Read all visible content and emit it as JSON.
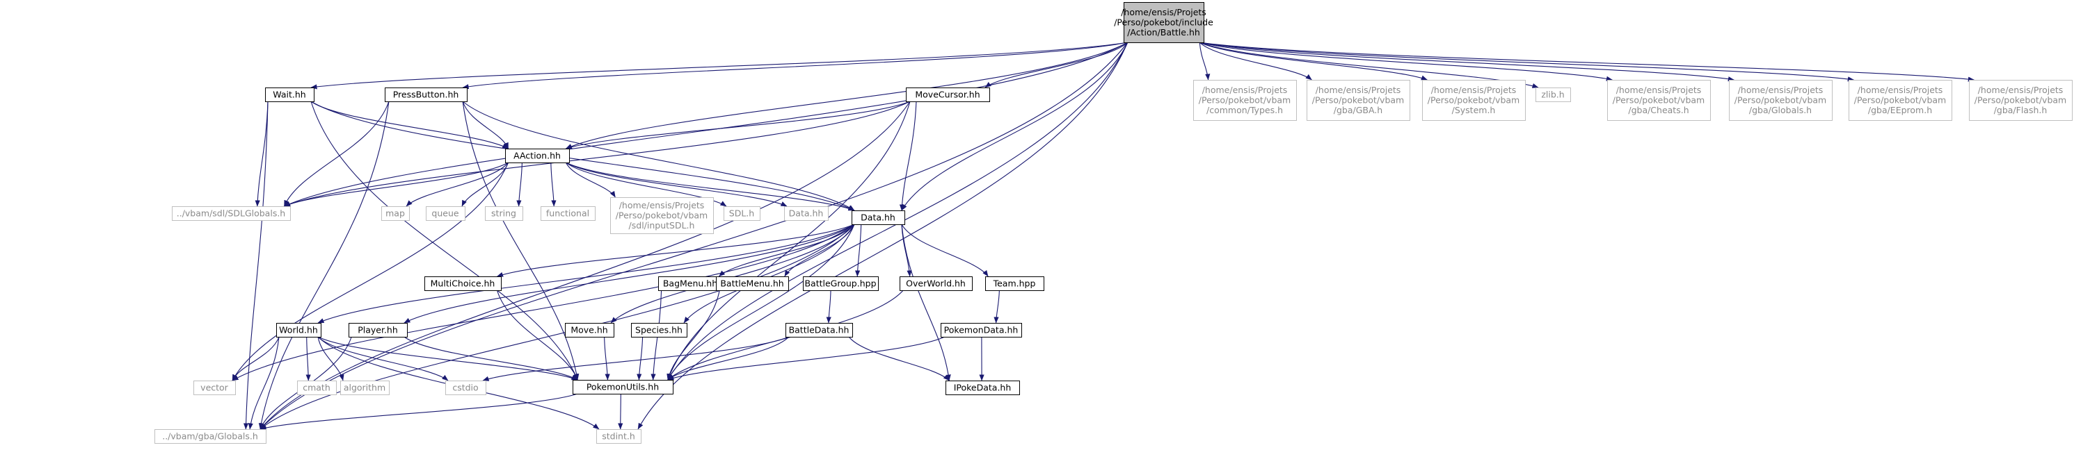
{
  "diagram": {
    "type": "include-dependency-graph",
    "root": "battle",
    "colors": {
      "edge": "#191970",
      "root_fill": "#bfbfbf",
      "node_border": "#000000",
      "external_border": "#bfbfbf",
      "external_text": "#8a8a8a"
    },
    "nodes": [
      {
        "id": "battle",
        "kind": "root",
        "lines": [
          "/home/ensis/Projets",
          "/Perso/pokebot/include",
          "/Action/Battle.hh"
        ]
      },
      {
        "id": "wait",
        "kind": "local",
        "lines": [
          "Wait.hh"
        ]
      },
      {
        "id": "pressbutton",
        "kind": "local",
        "lines": [
          "PressButton.hh"
        ]
      },
      {
        "id": "movecursor",
        "kind": "local",
        "lines": [
          "MoveCursor.hh"
        ]
      },
      {
        "id": "vbam_types",
        "kind": "external",
        "lines": [
          "/home/ensis/Projets",
          "/Perso/pokebot/vbam",
          "/common/Types.h"
        ]
      },
      {
        "id": "vbam_gba",
        "kind": "external",
        "lines": [
          "/home/ensis/Projets",
          "/Perso/pokebot/vbam",
          "/gba/GBA.h"
        ]
      },
      {
        "id": "vbam_system",
        "kind": "external",
        "lines": [
          "/home/ensis/Projets",
          "/Perso/pokebot/vbam",
          "/System.h"
        ]
      },
      {
        "id": "zlib",
        "kind": "external",
        "lines": [
          "zlib.h"
        ]
      },
      {
        "id": "vbam_cheats",
        "kind": "external",
        "lines": [
          "/home/ensis/Projets",
          "/Perso/pokebot/vbam",
          "/gba/Cheats.h"
        ]
      },
      {
        "id": "vbam_globals",
        "kind": "external",
        "lines": [
          "/home/ensis/Projets",
          "/Perso/pokebot/vbam",
          "/gba/Globals.h"
        ]
      },
      {
        "id": "vbam_eeprom",
        "kind": "external",
        "lines": [
          "/home/ensis/Projets",
          "/Perso/pokebot/vbam",
          "/gba/EEprom.h"
        ]
      },
      {
        "id": "vbam_flash",
        "kind": "external",
        "lines": [
          "/home/ensis/Projets",
          "/Perso/pokebot/vbam",
          "/gba/Flash.h"
        ]
      },
      {
        "id": "aaction",
        "kind": "local",
        "lines": [
          "AAction.hh"
        ]
      },
      {
        "id": "sdlglobals",
        "kind": "external",
        "lines": [
          "../vbam/sdl/SDLGlobals.h"
        ]
      },
      {
        "id": "map",
        "kind": "external",
        "lines": [
          "map"
        ]
      },
      {
        "id": "queue",
        "kind": "external",
        "lines": [
          "queue"
        ]
      },
      {
        "id": "string",
        "kind": "external",
        "lines": [
          "string"
        ]
      },
      {
        "id": "functional",
        "kind": "external",
        "lines": [
          "functional"
        ]
      },
      {
        "id": "inputsdl",
        "kind": "external",
        "lines": [
          "/home/ensis/Projets",
          "/Perso/pokebot/vbam",
          "/sdl/inputSDL.h"
        ]
      },
      {
        "id": "sdl",
        "kind": "external",
        "lines": [
          "SDL.h"
        ]
      },
      {
        "id": "datahh_ext",
        "kind": "external",
        "lines": [
          "Data.hh"
        ]
      },
      {
        "id": "data",
        "kind": "local",
        "lines": [
          "Data.hh"
        ]
      },
      {
        "id": "multichoice",
        "kind": "local",
        "lines": [
          "MultiChoice.hh"
        ]
      },
      {
        "id": "bagmenu",
        "kind": "local",
        "lines": [
          "BagMenu.hh"
        ]
      },
      {
        "id": "battlemenu",
        "kind": "local",
        "lines": [
          "BattleMenu.hh"
        ]
      },
      {
        "id": "battlegroup",
        "kind": "local",
        "lines": [
          "BattleGroup.hpp"
        ]
      },
      {
        "id": "overworld",
        "kind": "local",
        "lines": [
          "OverWorld.hh"
        ]
      },
      {
        "id": "team",
        "kind": "local",
        "lines": [
          "Team.hpp"
        ]
      },
      {
        "id": "species",
        "kind": "local",
        "lines": [
          "Species.hh"
        ]
      },
      {
        "id": "move",
        "kind": "local",
        "lines": [
          "Move.hh"
        ]
      },
      {
        "id": "battledata",
        "kind": "local",
        "lines": [
          "BattleData.hh"
        ]
      },
      {
        "id": "pokemondata",
        "kind": "local",
        "lines": [
          "PokemonData.hh"
        ]
      },
      {
        "id": "world",
        "kind": "local",
        "lines": [
          "World.hh"
        ]
      },
      {
        "id": "player",
        "kind": "local",
        "lines": [
          "Player.hh"
        ]
      },
      {
        "id": "vector",
        "kind": "external",
        "lines": [
          "vector"
        ]
      },
      {
        "id": "cmath",
        "kind": "external",
        "lines": [
          "cmath"
        ]
      },
      {
        "id": "algorithm",
        "kind": "external",
        "lines": [
          "algorithm"
        ]
      },
      {
        "id": "cstdio",
        "kind": "external",
        "lines": [
          "cstdio"
        ]
      },
      {
        "id": "pokemonutils",
        "kind": "local",
        "lines": [
          "PokemonUtils.hh"
        ]
      },
      {
        "id": "ipokedata",
        "kind": "local",
        "lines": [
          "IPokeData.hh"
        ]
      },
      {
        "id": "gbaglobals",
        "kind": "external",
        "lines": [
          "../vbam/gba/Globals.h"
        ]
      },
      {
        "id": "stdint",
        "kind": "external",
        "lines": [
          "stdint.h"
        ]
      }
    ],
    "edges": [
      [
        "battle",
        "vbam_types"
      ],
      [
        "battle",
        "vbam_gba"
      ],
      [
        "battle",
        "vbam_system"
      ],
      [
        "battle",
        "zlib"
      ],
      [
        "battle",
        "vbam_cheats"
      ],
      [
        "battle",
        "vbam_globals"
      ],
      [
        "battle",
        "vbam_eeprom"
      ],
      [
        "battle",
        "vbam_flash"
      ],
      [
        "battle",
        "wait"
      ],
      [
        "battle",
        "pressbutton"
      ],
      [
        "battle",
        "movecursor"
      ],
      [
        "battle",
        "aaction"
      ],
      [
        "battle",
        "data"
      ],
      [
        "battle",
        "sdlglobals"
      ],
      [
        "battle",
        "gbaglobals"
      ],
      [
        "battle",
        "pokemonutils"
      ],
      [
        "battle",
        "stdint"
      ],
      [
        "wait",
        "aaction"
      ],
      [
        "wait",
        "data"
      ],
      [
        "wait",
        "sdlglobals"
      ],
      [
        "wait",
        "gbaglobals"
      ],
      [
        "wait",
        "pokemonutils"
      ],
      [
        "pressbutton",
        "aaction"
      ],
      [
        "pressbutton",
        "data"
      ],
      [
        "pressbutton",
        "sdlglobals"
      ],
      [
        "pressbutton",
        "gbaglobals"
      ],
      [
        "pressbutton",
        "pokemonutils"
      ],
      [
        "movecursor",
        "aaction"
      ],
      [
        "movecursor",
        "data"
      ],
      [
        "movecursor",
        "sdlglobals"
      ],
      [
        "movecursor",
        "gbaglobals"
      ],
      [
        "movecursor",
        "pokemonutils"
      ],
      [
        "aaction",
        "sdlglobals"
      ],
      [
        "aaction",
        "map"
      ],
      [
        "aaction",
        "queue"
      ],
      [
        "aaction",
        "string"
      ],
      [
        "aaction",
        "functional"
      ],
      [
        "aaction",
        "inputsdl"
      ],
      [
        "aaction",
        "sdl"
      ],
      [
        "aaction",
        "datahh_ext"
      ],
      [
        "aaction",
        "data"
      ],
      [
        "aaction",
        "vector"
      ],
      [
        "data",
        "multichoice"
      ],
      [
        "data",
        "bagmenu"
      ],
      [
        "data",
        "battlemenu"
      ],
      [
        "data",
        "battlegroup"
      ],
      [
        "data",
        "overworld"
      ],
      [
        "data",
        "team"
      ],
      [
        "data",
        "species"
      ],
      [
        "data",
        "move"
      ],
      [
        "data",
        "world"
      ],
      [
        "data",
        "player"
      ],
      [
        "data",
        "vector"
      ],
      [
        "data",
        "pokemonutils"
      ],
      [
        "data",
        "ipokedata"
      ],
      [
        "data",
        "gbaglobals"
      ],
      [
        "multichoice",
        "pokemonutils"
      ],
      [
        "bagmenu",
        "pokemonutils"
      ],
      [
        "battlemenu",
        "pokemonutils"
      ],
      [
        "battlegroup",
        "battledata"
      ],
      [
        "overworld",
        "pokemonutils"
      ],
      [
        "team",
        "pokemondata"
      ],
      [
        "species",
        "pokemonutils"
      ],
      [
        "move",
        "pokemonutils"
      ],
      [
        "battledata",
        "pokemonutils"
      ],
      [
        "battledata",
        "ipokedata"
      ],
      [
        "battledata",
        "cstdio"
      ],
      [
        "pokemondata",
        "ipokedata"
      ],
      [
        "pokemondata",
        "pokemonutils"
      ],
      [
        "world",
        "vector"
      ],
      [
        "world",
        "cmath"
      ],
      [
        "world",
        "algorithm"
      ],
      [
        "world",
        "cstdio"
      ],
      [
        "world",
        "pokemonutils"
      ],
      [
        "world",
        "gbaglobals"
      ],
      [
        "world",
        "stdint"
      ],
      [
        "player",
        "pokemonutils"
      ],
      [
        "player",
        "gbaglobals"
      ],
      [
        "pokemonutils",
        "gbaglobals"
      ],
      [
        "pokemonutils",
        "stdint"
      ]
    ]
  }
}
